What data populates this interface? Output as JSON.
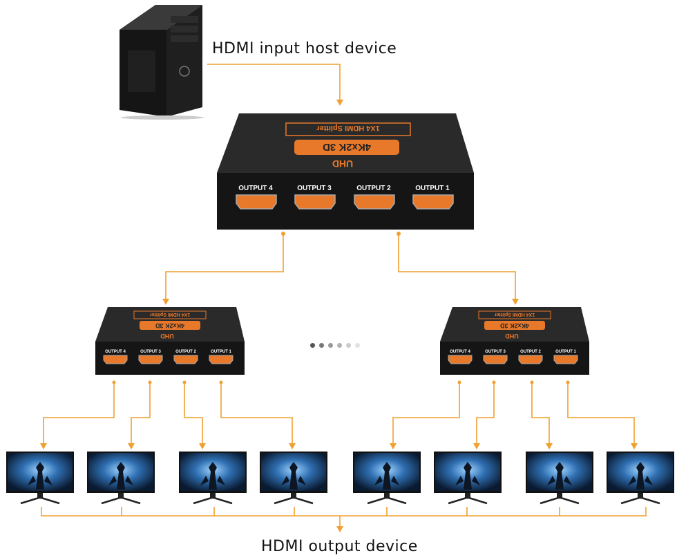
{
  "labels": {
    "input": "HDMI input host device",
    "output": "HDMI output device"
  },
  "splitter": {
    "brand": "1X4 HDMI Splitter",
    "resolution": "4Kx2K 3D",
    "uhd": "UHD",
    "ports": [
      "OUTPUT 4",
      "OUTPUT 3",
      "OUTPUT 2",
      "OUTPUT 1"
    ]
  },
  "colors": {
    "wire": "#f0a030",
    "badge": "#e8782a",
    "case": "#1b1b1b"
  },
  "icons": {
    "pc": "desktop-tower-icon",
    "monitor": "monitor-icon",
    "more": "ellipsis-dots-icon"
  },
  "monitor_count": 8
}
